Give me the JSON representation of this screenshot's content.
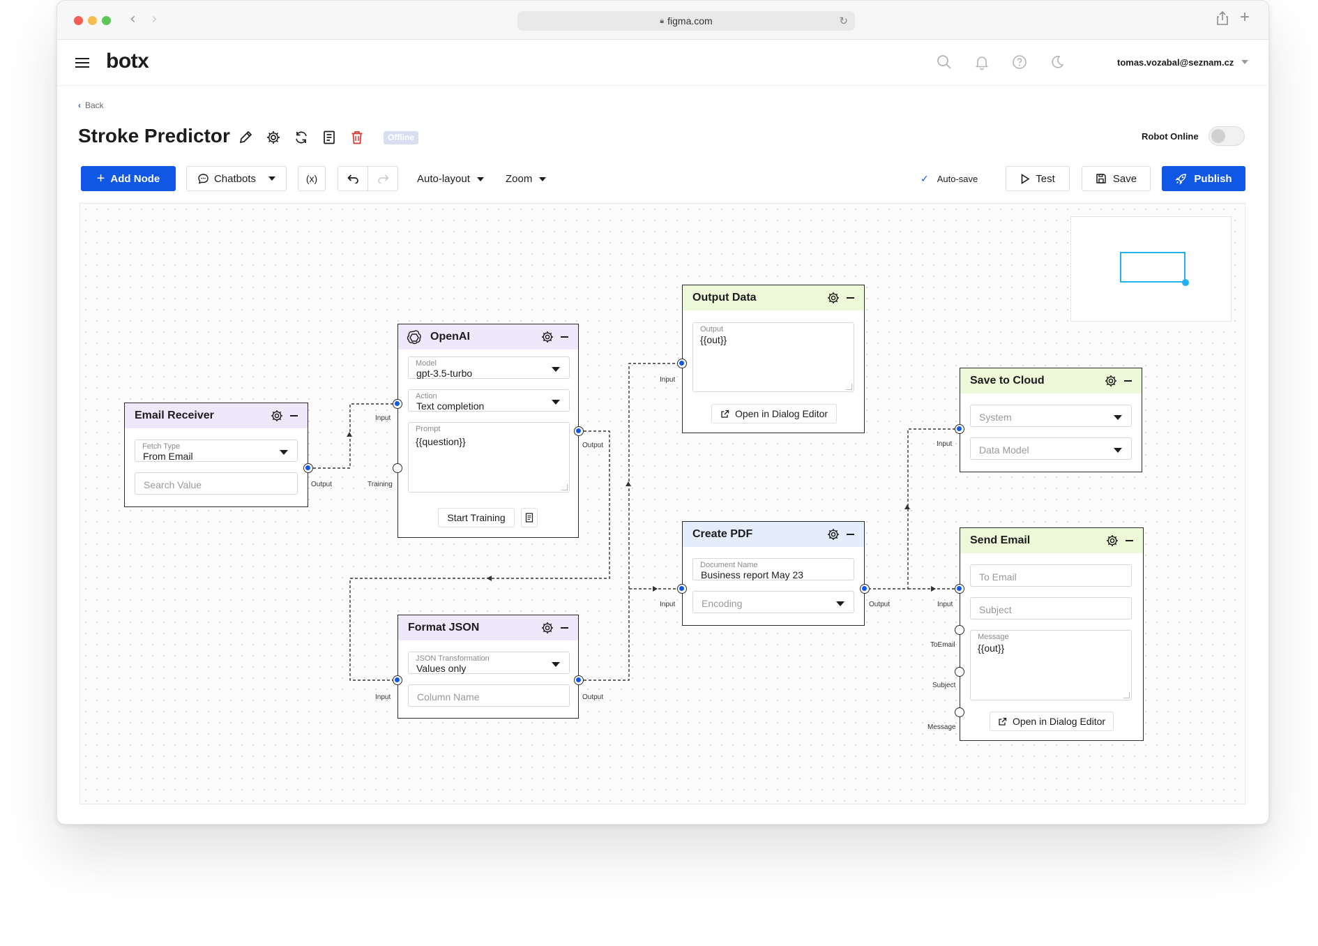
{
  "browser": {
    "url": "figma.com",
    "dots": [
      "#f05e55",
      "#f5bd4f",
      "#5dc758"
    ]
  },
  "app": {
    "brand": "botx",
    "user_email": "tomas.vozabal@seznam.cz"
  },
  "page": {
    "back_label": "Back",
    "title": "Stroke Predictor",
    "status_badge": "Offline",
    "robot_online_label": "Robot Online"
  },
  "toolbar": {
    "add_node": "Add Node",
    "chatbots": "Chatbots",
    "variables": "(x)",
    "auto_layout": "Auto-layout",
    "zoom": "Zoom",
    "auto_save": "Auto-save",
    "test": "Test",
    "save": "Save",
    "publish": "Publish"
  },
  "nodes": {
    "email_receiver": {
      "title": "Email Receiver",
      "fetch_type_label": "Fetch Type",
      "fetch_type_value": "From Email",
      "search_placeholder": "Search Value",
      "output": "Output"
    },
    "openai": {
      "title": "OpenAI",
      "model_label": "Model",
      "model_value": "gpt-3.5-turbo",
      "action_label": "Action",
      "action_value": "Text completion",
      "prompt_label": "Prompt",
      "prompt_value": "{{question}}",
      "start_training": "Start Training",
      "input": "Input",
      "training": "Training",
      "output": "Output"
    },
    "format_json": {
      "title": "Format JSON",
      "transform_label": "JSON Transformation",
      "transform_value": "Values only",
      "column_placeholder": "Column Name",
      "input": "Input",
      "output": "Output"
    },
    "output_data": {
      "title": "Output Data",
      "output_label": "Output",
      "output_value": "{{out}}",
      "open_dialog": "Open in Dialog Editor",
      "input": "Input"
    },
    "create_pdf": {
      "title": "Create PDF",
      "doc_label": "Document Name",
      "doc_value": "Business report May 23",
      "encoding_placeholder": "Encoding",
      "input": "Input",
      "output": "Output"
    },
    "save_to_cloud": {
      "title": "Save to Cloud",
      "system_placeholder": "System",
      "data_model_placeholder": "Data Model",
      "input": "Input"
    },
    "send_email": {
      "title": "Send Email",
      "to_placeholder": "To Email",
      "subject_placeholder": "Subject",
      "message_label": "Message",
      "message_value": "{{out}}",
      "open_dialog": "Open in Dialog Editor",
      "input": "Input",
      "to_email": "ToEmail",
      "subject": "Subject",
      "message": "Message"
    }
  },
  "colors": {
    "primary": "#1157e6",
    "danger": "#e2312b",
    "header_purple": "#efe8fb",
    "header_green": "#edf8d8",
    "header_blue": "#e3edfc",
    "minimap_accent": "#22b0f0"
  }
}
